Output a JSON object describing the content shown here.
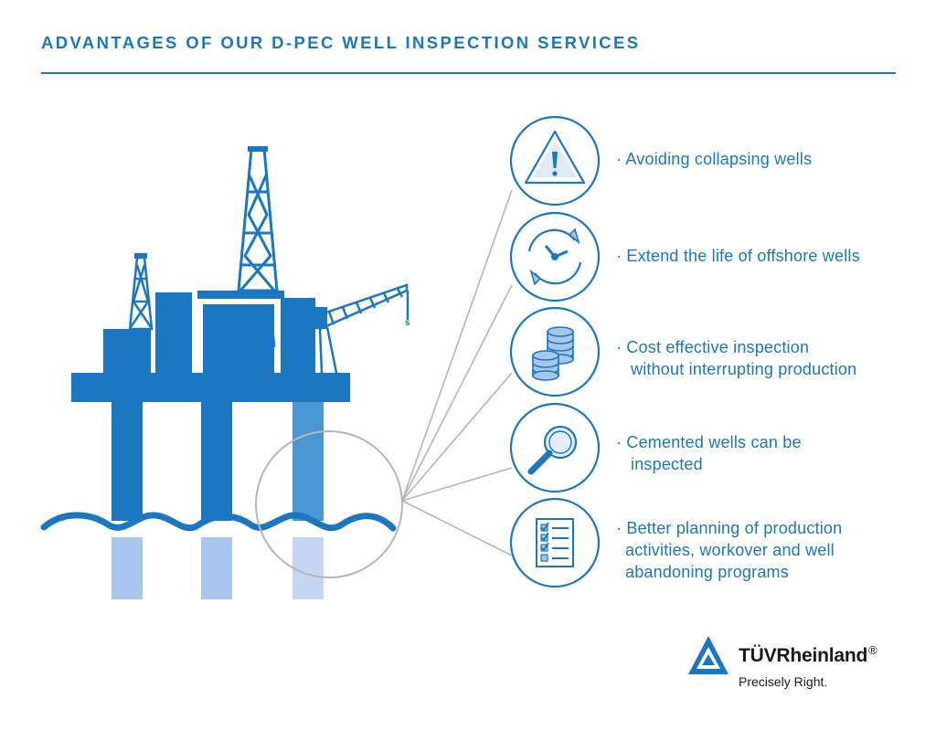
{
  "title": "ADVANTAGES OF OUR D-PEC WELL INSPECTION SERVICES",
  "benefits": [
    {
      "icon": "warning-icon",
      "line1": "· Avoiding collapsing wells",
      "line2": ""
    },
    {
      "icon": "clock-refresh-icon",
      "line1": "· Extend the life of offshore wells",
      "line2": ""
    },
    {
      "icon": "coins-icon",
      "line1": "· Cost effective inspection",
      "line2": "without interrupting production"
    },
    {
      "icon": "magnifier-icon",
      "line1": "· Cemented wells can be",
      "line2": "inspected"
    },
    {
      "icon": "checklist-icon",
      "line1": "· Better planning of production",
      "line2": "activities, workover and well",
      "line3": "abandoning programs"
    }
  ],
  "brand": {
    "name": "TÜVRheinland",
    "registered": "®",
    "tagline": "Precisely Right."
  },
  "colors": {
    "primary": "#1a77c0",
    "mid": "#4a96d2",
    "light": "#a8c5ec",
    "lighter": "#c5d6f3",
    "line": "#b5b5b5",
    "icon_fill": "#a7c7e8",
    "text_dark": "#1a1a1a"
  }
}
